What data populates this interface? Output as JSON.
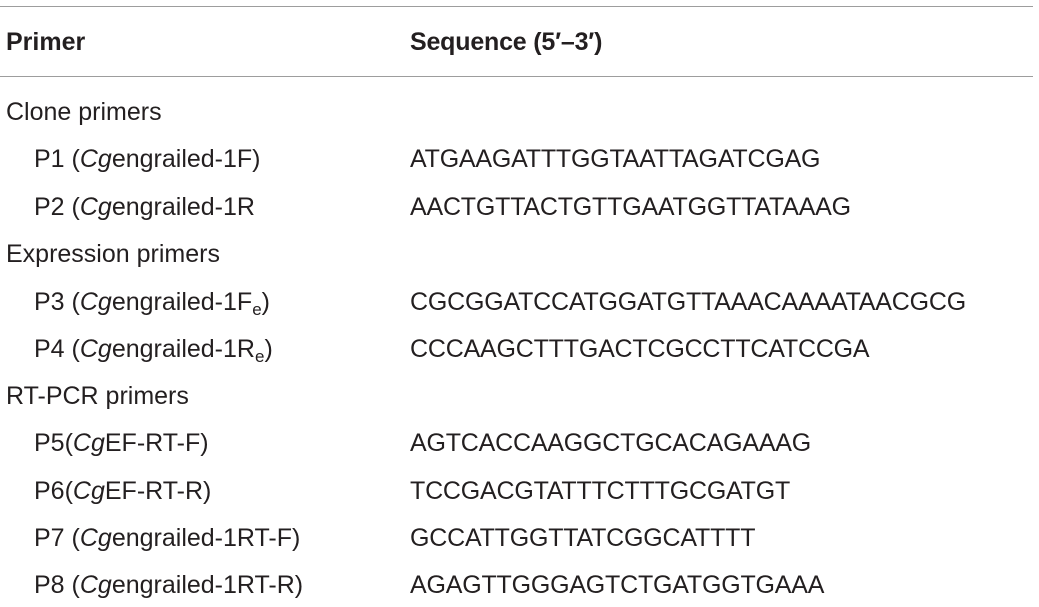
{
  "header": {
    "col1": "Primer",
    "col2": "Sequence (5′–3′)"
  },
  "groups": [
    {
      "title": "Clone primers",
      "rows": [
        {
          "pre": "P1 (",
          "ital": "Cg",
          "post": "engrailed-1F)",
          "sub": "",
          "tail": "",
          "seq": "ATGAAGATTTGGTAATTAGATCGAG"
        },
        {
          "pre": "P2 (",
          "ital": "Cg",
          "post": "engrailed-1R",
          "sub": "",
          "tail": "",
          "seq": "AACTGTTACTGTTGAATGGTTATAAAG"
        }
      ]
    },
    {
      "title": "Expression primers",
      "rows": [
        {
          "pre": "P3 (",
          "ital": "Cg",
          "post": "engrailed-1F",
          "sub": "e",
          "tail": ")",
          "seq": "CGCGGATCCATGGATGTTAAACAAAATAACGCG"
        },
        {
          "pre": "P4 (",
          "ital": "Cg",
          "post": "engrailed-1R",
          "sub": "e",
          "tail": ")",
          "seq": "CCCAAGCTTTGACTCGCCTTCATCCGA"
        }
      ]
    },
    {
      "title": "RT-PCR primers",
      "rows": [
        {
          "pre": "P5(",
          "ital": "Cg",
          "post": "EF-RT-F)",
          "sub": "",
          "tail": "",
          "seq": "AGTCACCAAGGCTGCACAGAAAG"
        },
        {
          "pre": "P6(",
          "ital": "Cg",
          "post": "EF-RT-R)",
          "sub": "",
          "tail": "",
          "seq": "TCCGACGTATTTCTTTGCGATGT"
        },
        {
          "pre": "P7 (",
          "ital": "Cg",
          "post": "engrailed-1RT-F)",
          "sub": "",
          "tail": "",
          "seq": "GCCATTGGTTATCGGCATTTT"
        },
        {
          "pre": "P8 (",
          "ital": "Cg",
          "post": "engrailed-1RT-R)",
          "sub": "",
          "tail": "",
          "seq": "AGAGTTGGGAGTCTGATGGTGAAA"
        }
      ]
    }
  ]
}
